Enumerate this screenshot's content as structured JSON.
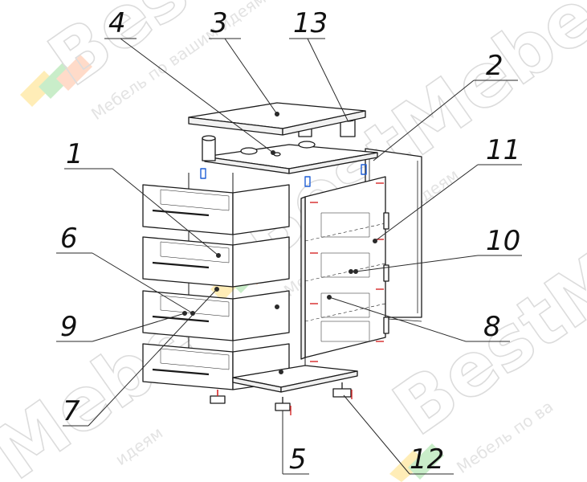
{
  "callouts": [
    {
      "label": "1"
    },
    {
      "label": "2"
    },
    {
      "label": "3"
    },
    {
      "label": "4"
    },
    {
      "label": "5"
    },
    {
      "label": "6"
    },
    {
      "label": "7"
    },
    {
      "label": "8"
    },
    {
      "label": "9"
    },
    {
      "label": "10"
    },
    {
      "label": "11"
    },
    {
      "label": "12"
    },
    {
      "label": "13"
    }
  ],
  "watermark": {
    "brand": "BestMebel",
    "brand_short": "BestM",
    "brand_mebe": "Mebe",
    "tagline": "Мебель по вашим идеям",
    "tagline_short": "Мебель по ва",
    "tagline_tail": "идеям",
    "logo_colors": [
      "#ffcc33",
      "#66cc66",
      "#ff9966"
    ]
  }
}
